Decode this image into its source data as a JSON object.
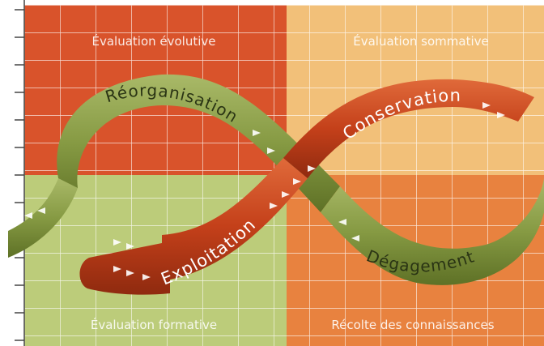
{
  "quadrants": {
    "top_left": {
      "label": "Évaluation évolutive",
      "color": "#d9532b"
    },
    "top_right": {
      "label": "Évaluation sommative",
      "color": "#f2c079"
    },
    "bottom_left": {
      "label": "Évaluation formative",
      "color": "#bccc7a"
    },
    "bottom_right": {
      "label": "Récolte des connaissances",
      "color": "#e8823f"
    }
  },
  "cycle": {
    "reorganisation": "Réorganisation",
    "conservation": "Conservation",
    "exploitation": "Exploitation",
    "degagement": "Dégagement"
  },
  "colors": {
    "green_band": "#869a43",
    "red_band": "#c4401a",
    "grid_line": "#ffffff"
  },
  "icons": {
    "direction_marker": "white-triangle-arrow"
  }
}
